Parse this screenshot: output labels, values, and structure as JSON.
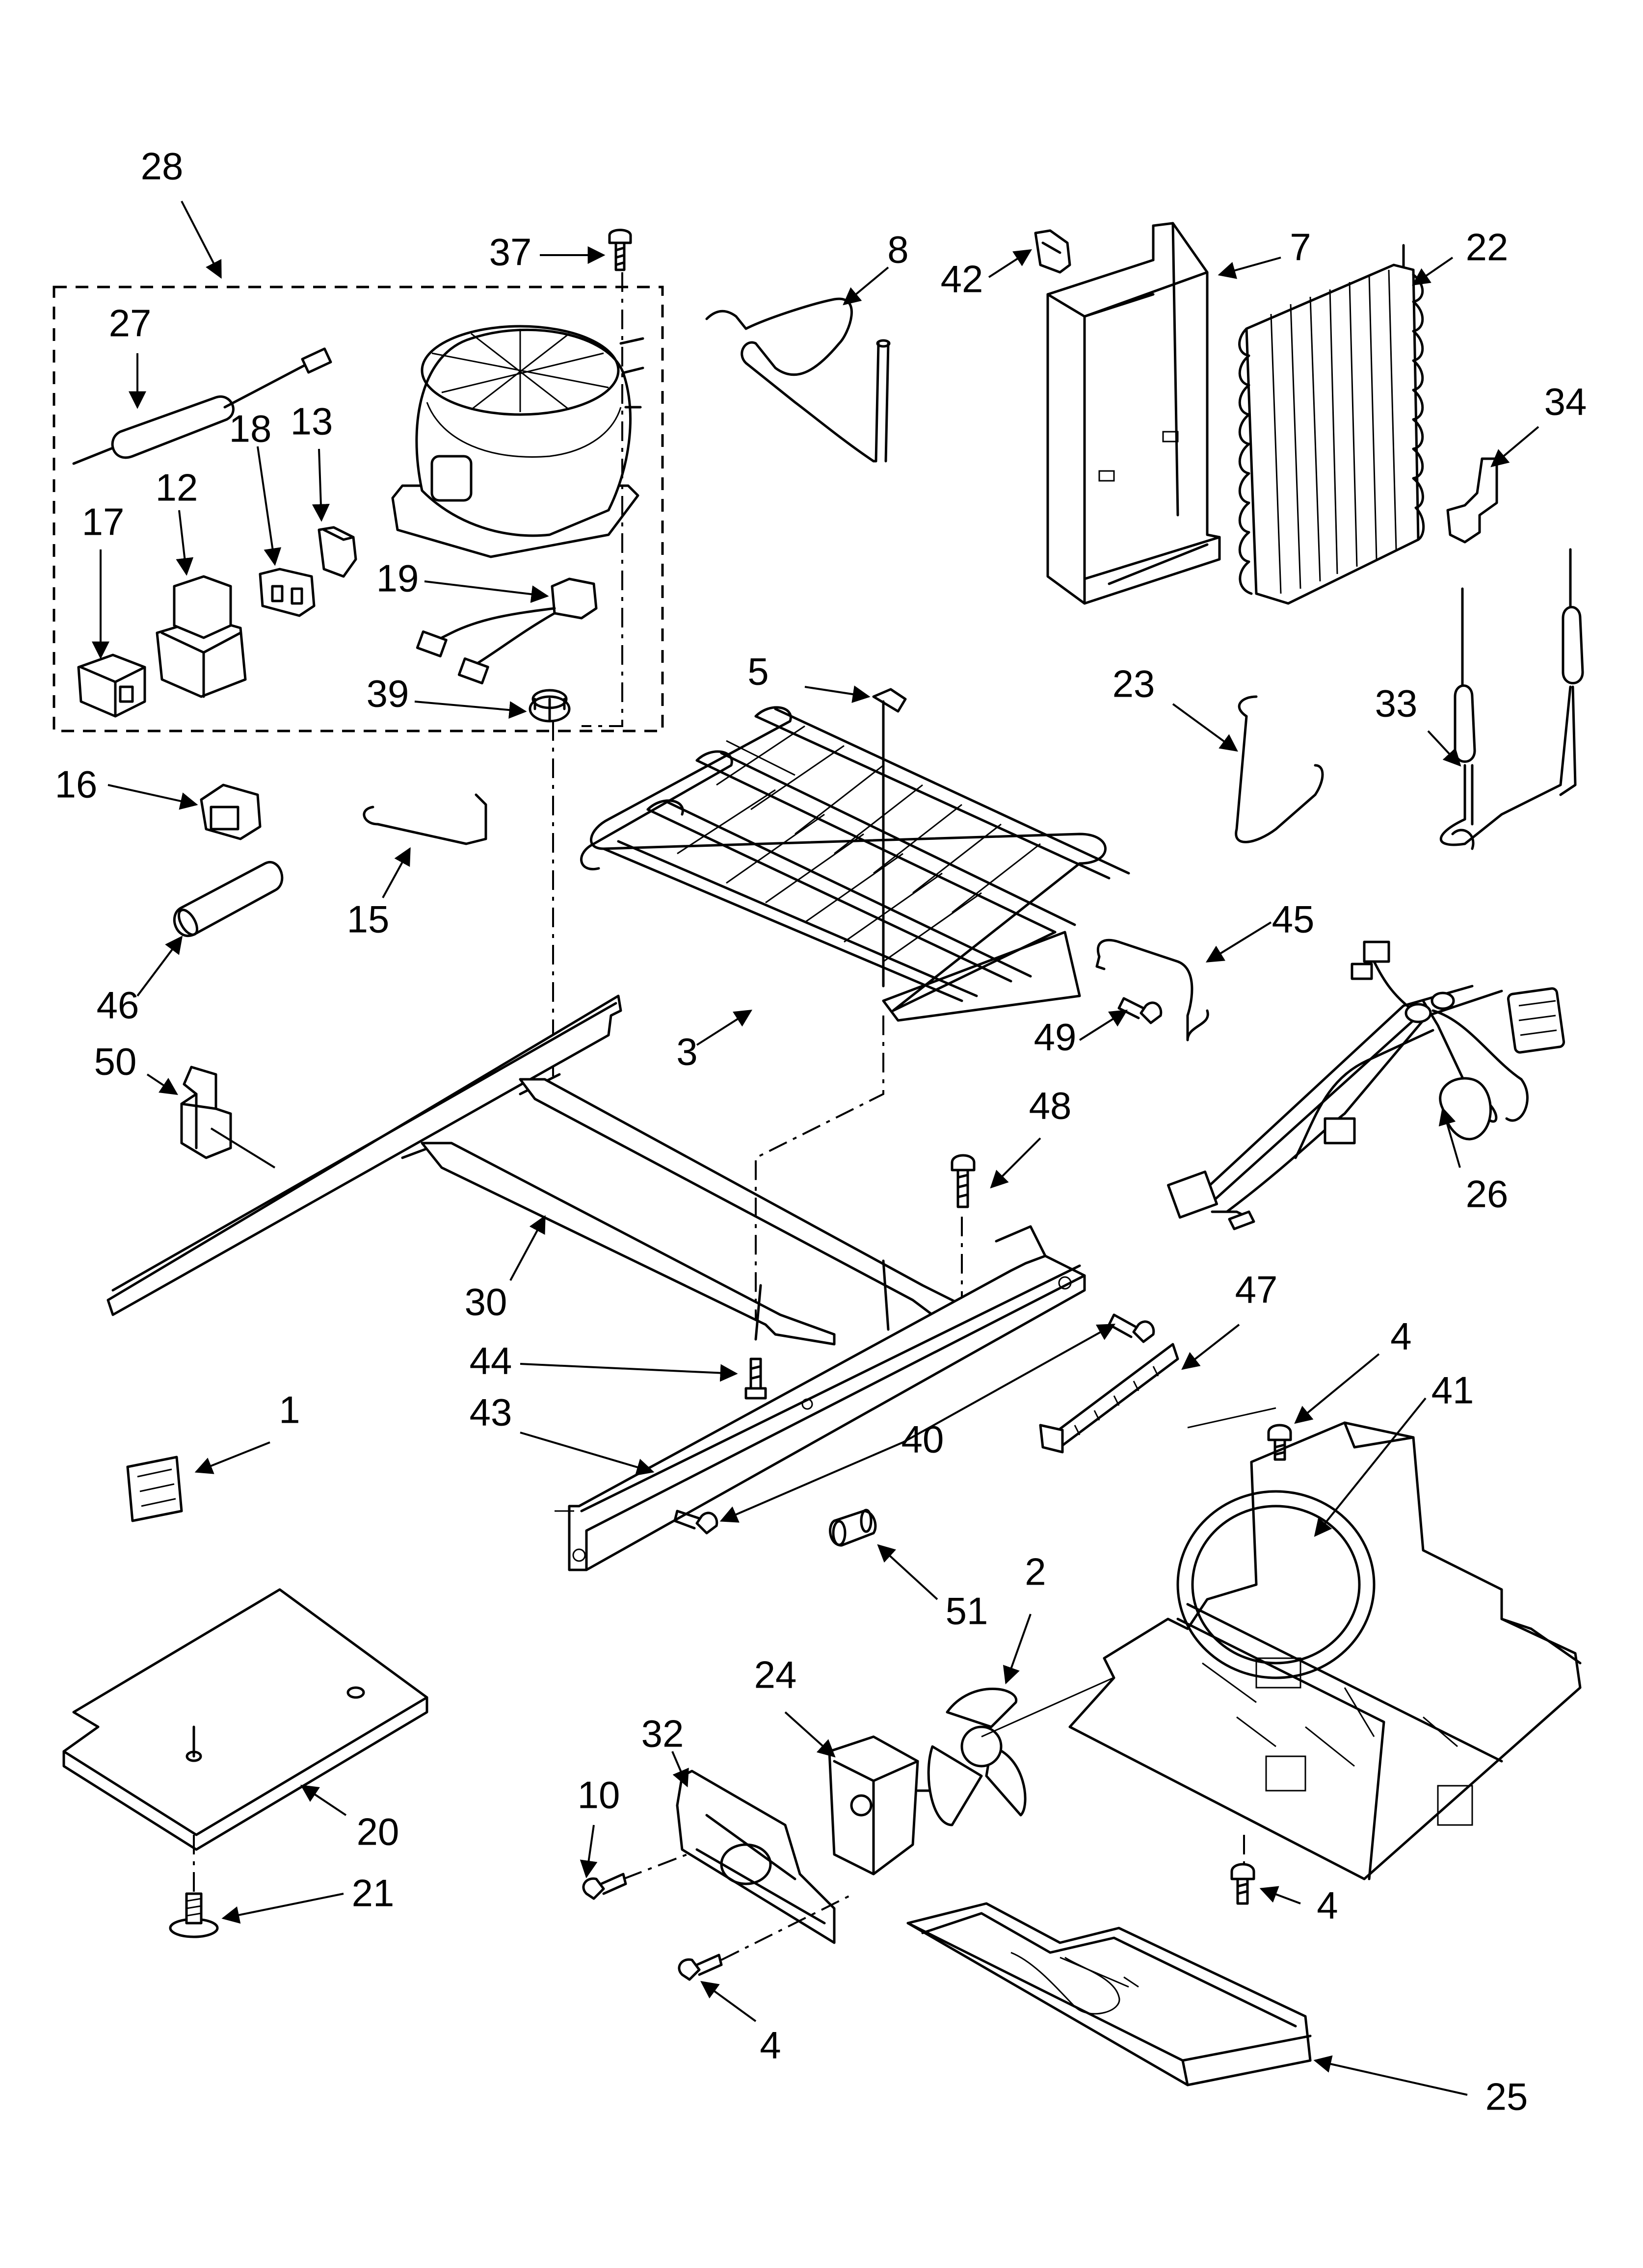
{
  "callouts": {
    "c1": "1",
    "c2": "2",
    "c3": "3",
    "c4a": "4",
    "c4b": "4",
    "c4c": "4",
    "c5": "5",
    "c7": "7",
    "c8": "8",
    "c10": "10",
    "c12": "12",
    "c13": "13",
    "c15": "15",
    "c16": "16",
    "c17": "17",
    "c18": "18",
    "c19": "19",
    "c20": "20",
    "c21": "21",
    "c22": "22",
    "c23": "23",
    "c24": "24",
    "c25": "25",
    "c26": "26",
    "c27": "27",
    "c28": "28",
    "c30": "30",
    "c32": "32",
    "c33": "33",
    "c34": "34",
    "c37": "37",
    "c39": "39",
    "c40": "40",
    "c41": "41",
    "c42": "42",
    "c43": "43",
    "c44": "44",
    "c45": "45",
    "c46": "46",
    "c47": "47",
    "c48": "48",
    "c49": "49",
    "c50": "50",
    "c51": "51"
  },
  "colors": {
    "line": "#000000",
    "background": "#ffffff"
  }
}
